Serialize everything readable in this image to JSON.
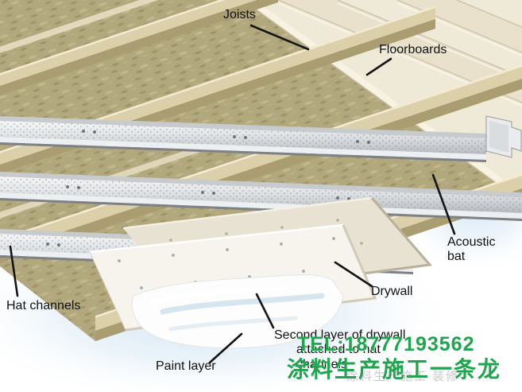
{
  "figure": {
    "subject": "soundproof-ceiling-construction-diagram"
  },
  "labels": {
    "joists": "Joists",
    "floorboards": "Floorboards",
    "acoustic_bat_line1": "Acoustic",
    "acoustic_bat_line2": "bat",
    "hat_channels": "Hat channels",
    "drywall": "Drywall",
    "second_layer_line1": "Second layer of drywall",
    "second_layer_line2": "attached to hat",
    "second_layer_line3": "channels",
    "paint_layer": "Paint layer"
  },
  "watermark": {
    "phone": "TEL:18777193562",
    "slogan": "涂料生产施工一条龙",
    "faint": "涂料生产施工 装修",
    "color": "#1ea54e"
  },
  "colors": {
    "insulation": "#b2a87d",
    "wood_light": "#dcd0aa",
    "wood_dark": "#ab9d72",
    "floorboard": "#efe9d7",
    "metal_light": "#f6f7f8",
    "metal_dark": "#b6babf",
    "drywall": "#e7e2d2",
    "drywall_second": "#f6f4ec",
    "shadow_blue": "#cde2f2",
    "label_text": "#111111",
    "leader_line": "#151515"
  }
}
